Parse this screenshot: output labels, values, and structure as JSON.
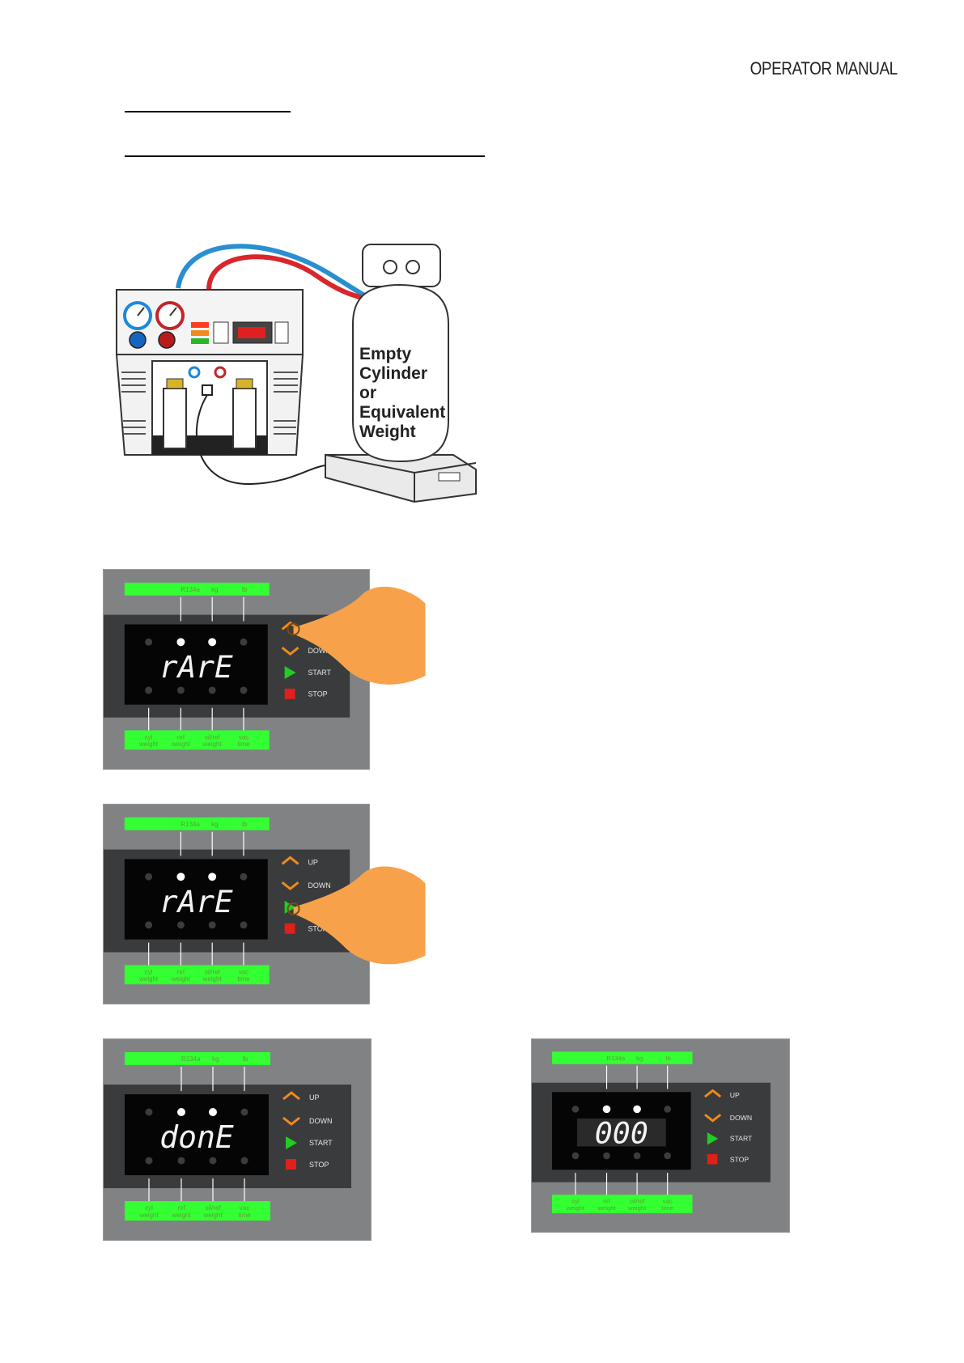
{
  "header": {
    "title": "OPERATOR MANUAL"
  },
  "illustration": {
    "cylinder_label_lines": [
      "Empty",
      "Cylinder",
      "or",
      "Equivalent",
      "Weight"
    ]
  },
  "panel_labels": {
    "top": [
      "R134a",
      "kg",
      "lb"
    ],
    "bottom": [
      [
        "cyl",
        "weight"
      ],
      [
        "ref",
        "weight"
      ],
      [
        "oil/ref",
        "weight"
      ],
      [
        "vac",
        "time"
      ]
    ],
    "buttons": [
      "UP",
      "DOWN",
      "START",
      "STOP"
    ]
  },
  "panels": [
    {
      "display": "rArE",
      "pressed": "UP"
    },
    {
      "display": "rArE",
      "pressed": "START"
    },
    {
      "display": "donE",
      "pressed": ""
    },
    {
      "display": "000",
      "pressed": ""
    }
  ],
  "colors": {
    "label_green": "#33ff33",
    "panel_gray": "#808284",
    "display_black": "#050505",
    "hand_orange": "#f7a24a"
  }
}
